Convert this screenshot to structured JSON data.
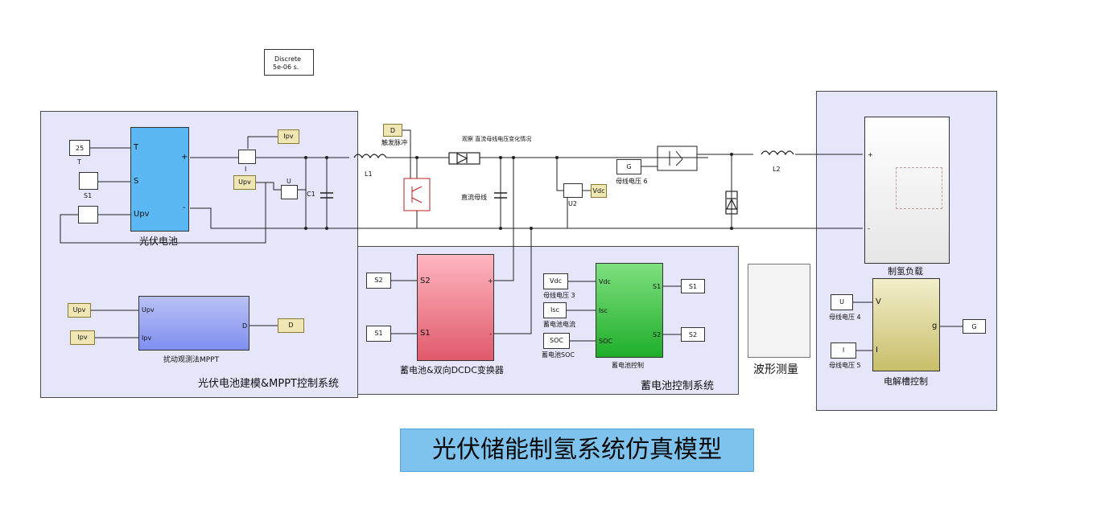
{
  "solver": {
    "line1": "Discrete",
    "line2": "5e-06 s."
  },
  "pv": {
    "region_label": "光伏电池建模&MPPT控制系统",
    "panel_label": "光伏电池",
    "port_t": "T",
    "port_s": "S",
    "port_upv": "Upv",
    "port_plus": "+",
    "port_minus": "-",
    "const_value": "25",
    "const_label": "T",
    "step_label": "S1",
    "tag_ipv": "Ipv",
    "tag_upv": "Upv",
    "i_meas_label": "I",
    "u_meas_label": "U",
    "cap_label": "C1",
    "mppt_label": "扰动观测法MPPT",
    "mppt_in1": "Upv",
    "mppt_in2": "Ipv",
    "mppt_out": "D",
    "mppt_tag_in1": "Upv",
    "mppt_tag_in2": "Ipv",
    "mppt_tag_out": "D"
  },
  "bus": {
    "tag_d": "D",
    "trigger_label": "触发脉冲",
    "observe_label": "观察 直流母线电压变化情况",
    "l1_label": "L1",
    "dc_bus_label": "直流母线",
    "u2_label": "U2",
    "tag_vdc": "Vdc",
    "goto_g": "G",
    "goto_g_label": "母线电压 6",
    "l2_label": "L2"
  },
  "battery": {
    "region_label": "蓄电池控制系统",
    "dcdc_label": "蓄电池&双向DCDC变换器",
    "dcdc_in1": "S2",
    "dcdc_in2": "S1",
    "dcdc_plus": "+",
    "dcdc_minus": "-",
    "from_s2": "S2",
    "from_s1": "S1",
    "ctrl_label": "蓄电池控制",
    "ctrl_in1": "Vdc",
    "ctrl_in2": "Isc",
    "ctrl_in3": "SOC",
    "ctrl_out1": "S1",
    "ctrl_out2": "S2",
    "from_vdc": "Vdc",
    "from_vdc_label": "母线电压 3",
    "from_isc": "Isc",
    "from_isc_label": "蓄电池电流",
    "from_soc": "SOC",
    "from_soc_label": "蓄电池SOC",
    "tag_s1": "S1",
    "tag_s2": "S2"
  },
  "scope": {
    "label": "波形测量"
  },
  "h2": {
    "load_label": "制氢负载",
    "load_plus": "+",
    "load_minus": "-",
    "elec_label": "电解槽控制",
    "elec_in1": "V",
    "elec_in2": "I",
    "elec_out": "g",
    "from_u": "U",
    "from_u_label": "母线电压 4",
    "from_i": "I",
    "from_i_label": "母线电压 5",
    "tag_g": "G"
  },
  "title": "光伏储能制氢系统仿真模型"
}
